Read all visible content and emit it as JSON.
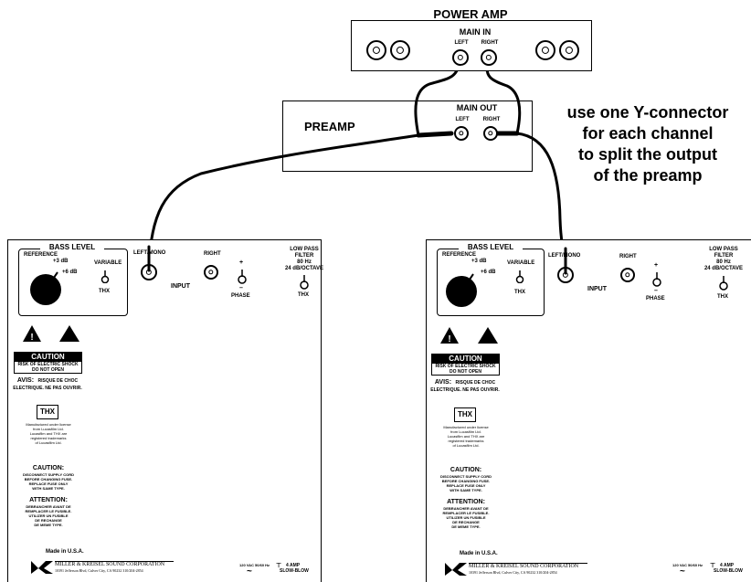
{
  "power_amp": {
    "title": "POWER AMP",
    "main_in": "MAIN IN",
    "left": "LEFT",
    "right": "RIGHT"
  },
  "preamp": {
    "title": "PREAMP",
    "main_out": "MAIN OUT",
    "left": "LEFT",
    "right": "RIGHT"
  },
  "note": {
    "line1": "use one Y-connector",
    "line2": "for each channel",
    "line3": "to split the output",
    "line4": "of the preamp"
  },
  "sub": {
    "bass_level": "BASS LEVEL",
    "reference": "REFERENCE",
    "plus3": "+3 dB",
    "plus6": "+6 dB",
    "variable": "VARIABLE",
    "thx": "THX",
    "left_mono": "LEFT/MONO",
    "right": "RIGHT",
    "input": "INPUT",
    "plus": "+",
    "minus": "–",
    "phase": "PHASE",
    "lpf1": "LOW PASS",
    "lpf2": "FILTER",
    "lpf3": "80 Hz",
    "lpf4": "24 dB/OCTAVE",
    "lpf_thx": "THX",
    "caution_title": "CAUTION",
    "caution1": "RISK OF ELECTRIC SHOCK",
    "caution2": "DO NOT OPEN",
    "avis1": "AVIS:",
    "avis1b": "RISQUE DE CHOC",
    "avis2": "ELECTRIQUE.  NE PAS OUVRIR.",
    "thx_logo": "THX",
    "license1": "Manufactured under license",
    "license2": "from Lucasfilm Ltd.",
    "license3": "Lucasfilm and THX are",
    "license4": "registered trademarks",
    "license5": "of Lucasfilm Ltd.",
    "caution2_title": "CAUTION:",
    "fuse1": "DISCONNECT SUPPLY CORD",
    "fuse2": "BEFORE CHANGING FUSE.",
    "fuse3": "REPLACE FUSE ONLY",
    "fuse4": "WITH SAME TYPE.",
    "attention": "ATTENTION:",
    "att1": "DEBRANCHER AVANT DE",
    "att2": "REMPLACER LE FUSIBLE.",
    "att3": "UTILIZER UN FUSIBLE",
    "att4": "DE RECHANGE",
    "att5": "DE MEME TYPE.",
    "made_in": "Made in U.S.A.",
    "company": "MILLER & KREISEL SOUND CORPORATION",
    "address": "10391 Jefferson Blvd, Culver City, CA 90232  310/204-2854",
    "voltage": "120 VAC  50/60 Hz",
    "fuse_rating": "4 AMP",
    "fuse_type": "SLOW-BLOW"
  }
}
